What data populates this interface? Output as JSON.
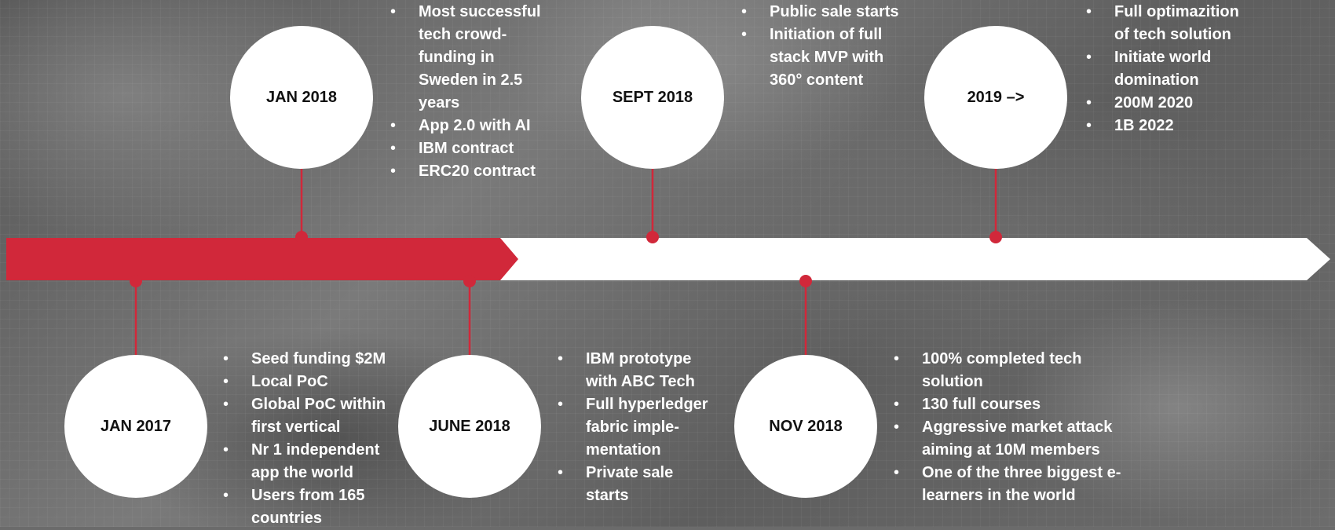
{
  "colors": {
    "accent": "#d1283a",
    "arrow": "#ffffff",
    "circle": "#ffffff"
  },
  "milestones": [
    {
      "label": "JAN 2017",
      "bullets": [
        "Seed funding $2M",
        "Local PoC",
        "Global PoC within first vertical",
        "Nr 1 independent app the world",
        "Users from 165 countries"
      ]
    },
    {
      "label": "JAN 2018",
      "bullets": [
        "Most successful tech crowd-funding in Sweden in 2.5 years",
        "App 2.0 with AI",
        "IBM contract",
        "ERC20 contract"
      ]
    },
    {
      "label": "JUNE 2018",
      "bullets": [
        "IBM prototype with ABC Tech",
        "Full hyperledger fabric imple-mentation",
        "Private sale starts"
      ]
    },
    {
      "label": "SEPT 2018",
      "bullets": [
        "Public sale starts",
        "Initiation of full stack MVP with 360° content"
      ]
    },
    {
      "label": "NOV 2018",
      "bullets": [
        "100% completed tech solution",
        "130 full courses",
        "Aggressive market attack aiming at 10M members",
        "One of the three biggest e-learners in the world"
      ]
    },
    {
      "label": "2019 –>",
      "bullets": [
        "Full optimazition of tech solution",
        "Initiate world domination",
        "200M 2020",
        "1B 2022"
      ]
    }
  ]
}
